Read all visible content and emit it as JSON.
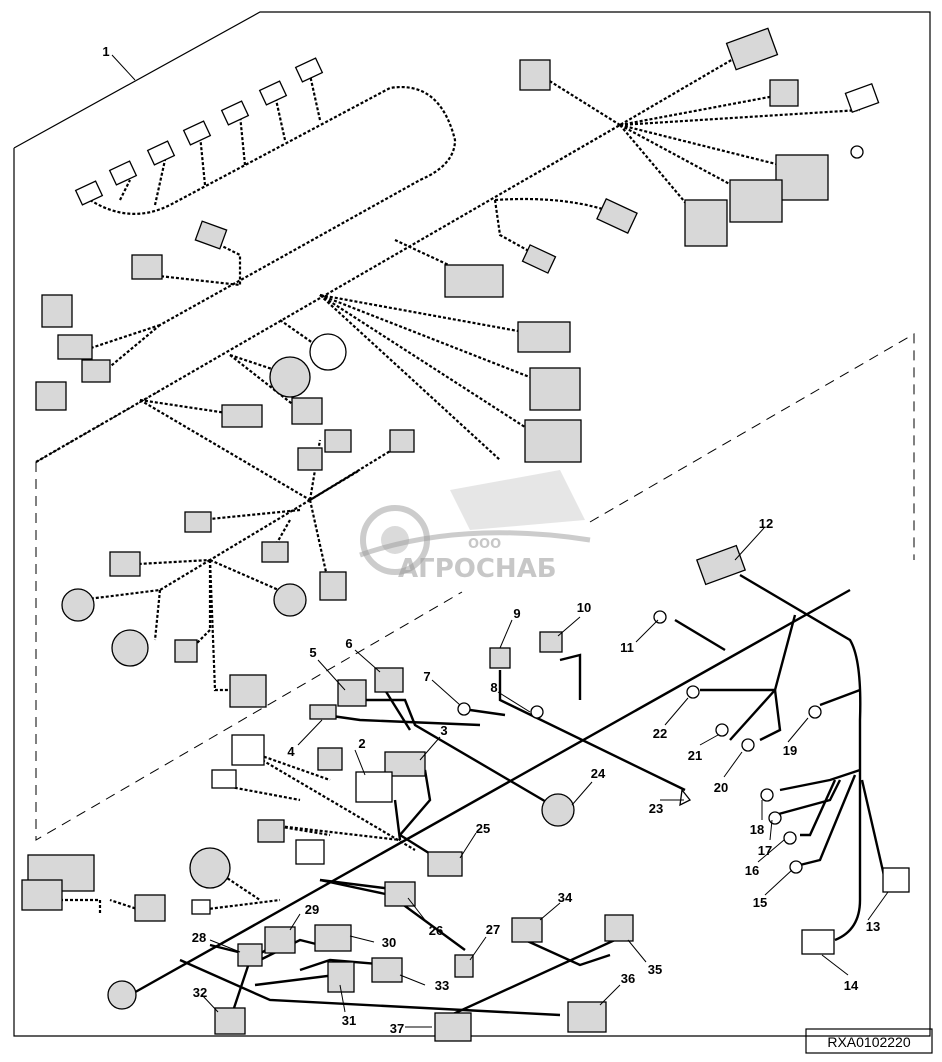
{
  "diagram": {
    "reference_code": "RXA0102220",
    "watermark": {
      "company_abbr": "ООО",
      "company_name": "АГРОСНАБ"
    },
    "callouts": [
      "1",
      "2",
      "3",
      "4",
      "5",
      "6",
      "7",
      "8",
      "9",
      "10",
      "11",
      "12",
      "13",
      "14",
      "15",
      "16",
      "17",
      "18",
      "19",
      "20",
      "21",
      "22",
      "23",
      "24",
      "25",
      "26",
      "27",
      "28",
      "29",
      "30",
      "31",
      "32",
      "33",
      "34",
      "35",
      "36",
      "37"
    ]
  }
}
